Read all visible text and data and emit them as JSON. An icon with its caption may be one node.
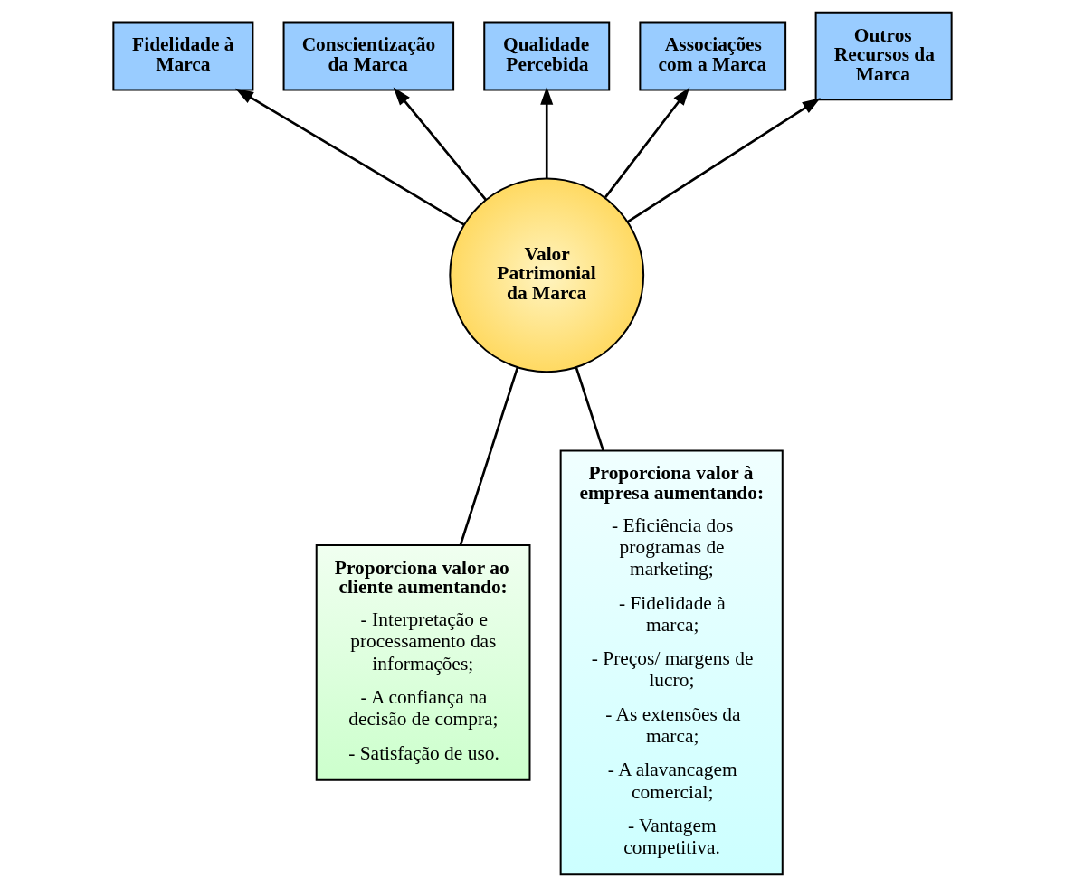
{
  "diagram": {
    "nodes": [
      {
        "text": [
          "Fidelidade à Marca"
        ]
      },
      {
        "text": [
          "Conscientização da Marca"
        ]
      },
      {
        "text": [
          "Qualidade Percebida"
        ]
      },
      {
        "text": [
          "Associações com a Marca"
        ]
      },
      {
        "text": [
          "Outros Recursos da Marca"
        ]
      },
      {
        "text": [
          "Valor Patrimonial da Marca"
        ]
      },
      {
        "text": [
          "Proporciona valor ao cliente aumentando:",
          "- Interpretação e processamento das informações;",
          "- A confiança na decisão de compra;",
          "- Satisfação de uso."
        ]
      },
      {
        "text": [
          "Proporciona valor à empresa aumentando:",
          "- Eficiência dos programas de marketing;",
          "- Fidelidade à marca;",
          "- Preços/ margens de lucro;",
          "- As extensões da marca;",
          "- A alavancagem comercial;",
          "- Vantagem competitiva."
        ]
      }
    ],
    "edges": [
      {
        "from": 5,
        "to": 0,
        "arrow": "to"
      },
      {
        "from": 5,
        "to": 1,
        "arrow": "to"
      },
      {
        "from": 5,
        "to": 2,
        "arrow": "to"
      },
      {
        "from": 5,
        "to": 3,
        "arrow": "to"
      },
      {
        "from": 5,
        "to": 4,
        "arrow": "to"
      },
      {
        "from": 5,
        "to": 6,
        "arrow": "none"
      },
      {
        "from": 5,
        "to": 7,
        "arrow": "none"
      }
    ]
  }
}
